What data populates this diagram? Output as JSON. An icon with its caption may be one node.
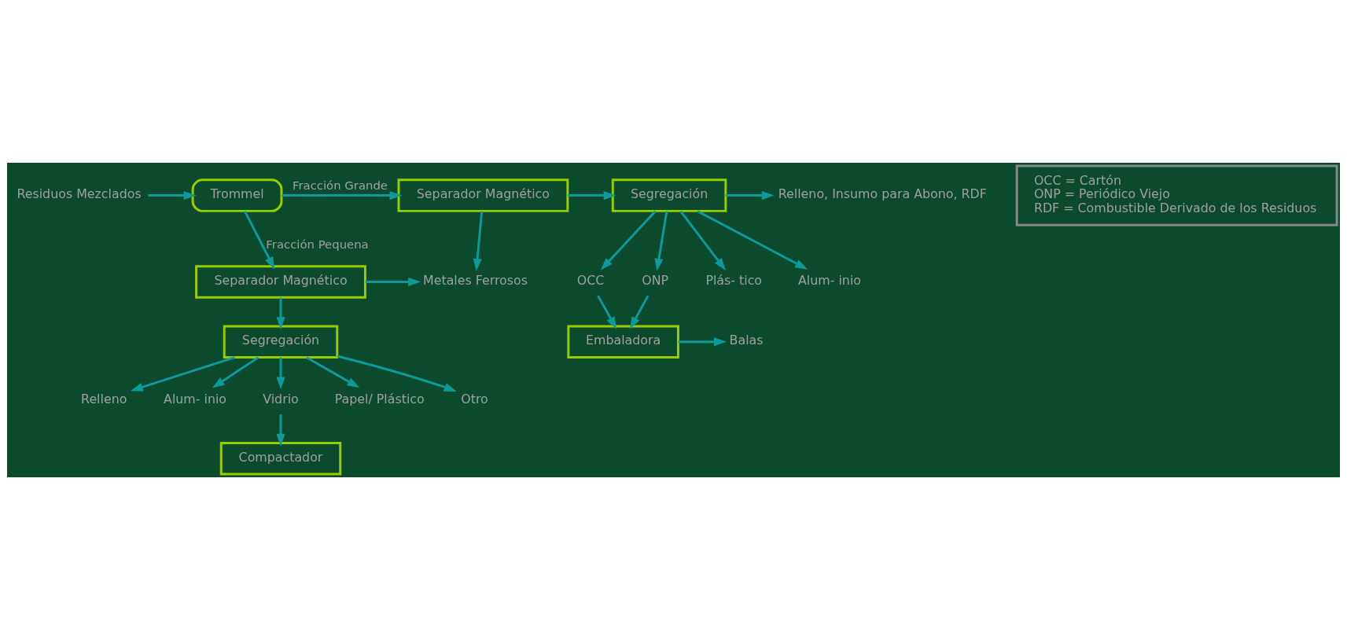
{
  "diagram": {
    "nodes": [
      {
        "text": [
          "Residuos Mezclados"
        ]
      },
      {
        "text": [
          "Trommel"
        ]
      },
      {
        "text": [
          "Separador Magnético"
        ]
      },
      {
        "text": [
          "Segregación"
        ]
      },
      {
        "text": [
          "Relleno, Insumo para Abono, RDF"
        ]
      },
      {
        "text": [
          "OCC"
        ]
      },
      {
        "text": [
          "ONP"
        ]
      },
      {
        "text": [
          "Plás- tico"
        ]
      },
      {
        "text": [
          "Alum- inio"
        ]
      },
      {
        "text": [
          "Embaladora"
        ]
      },
      {
        "text": [
          "Balas"
        ]
      },
      {
        "text": [
          "Separador Magnético"
        ]
      },
      {
        "text": [
          "Metales Ferrosos"
        ]
      },
      {
        "text": [
          "Segregación"
        ]
      },
      {
        "text": [
          "Relleno"
        ]
      },
      {
        "text": [
          "Alum- inio"
        ]
      },
      {
        "text": [
          "Vidrio"
        ]
      },
      {
        "text": [
          "Papel/ Plástico"
        ]
      },
      {
        "text": [
          "Otro"
        ]
      },
      {
        "text": [
          "Compactador"
        ]
      },
      {
        "text": [
          "OCC = Cartón",
          "ONP = Periódico Viejo",
          "RDF = Combustible Derivado de los Residuos"
        ]
      }
    ],
    "edges": [
      {
        "from": 0,
        "to": 1,
        "arrow": "to"
      },
      {
        "from": 1,
        "to": 2,
        "arrow": "to",
        "label": "Fracción Grande"
      },
      {
        "from": 1,
        "to": 11,
        "arrow": "to",
        "label": "Fracción Pequena"
      },
      {
        "from": 2,
        "to": 3,
        "arrow": "to"
      },
      {
        "from": 2,
        "to": 12,
        "arrow": "to"
      },
      {
        "from": 3,
        "to": 4,
        "arrow": "to"
      },
      {
        "from": 3,
        "to": 5,
        "arrow": "to"
      },
      {
        "from": 3,
        "to": 6,
        "arrow": "to"
      },
      {
        "from": 3,
        "to": 7,
        "arrow": "to"
      },
      {
        "from": 3,
        "to": 8,
        "arrow": "to"
      },
      {
        "from": 5,
        "to": 9,
        "arrow": "to"
      },
      {
        "from": 6,
        "to": 9,
        "arrow": "to"
      },
      {
        "from": 9,
        "to": 10,
        "arrow": "to"
      },
      {
        "from": 11,
        "to": 12,
        "arrow": "to"
      },
      {
        "from": 11,
        "to": 13,
        "arrow": "to"
      },
      {
        "from": 13,
        "to": 14,
        "arrow": "to"
      },
      {
        "from": 13,
        "to": 15,
        "arrow": "to"
      },
      {
        "from": 13,
        "to": 16,
        "arrow": "to"
      },
      {
        "from": 13,
        "to": 17,
        "arrow": "to"
      },
      {
        "from": 13,
        "to": 18,
        "arrow": "to"
      },
      {
        "from": 16,
        "to": 19,
        "arrow": "to"
      }
    ]
  }
}
